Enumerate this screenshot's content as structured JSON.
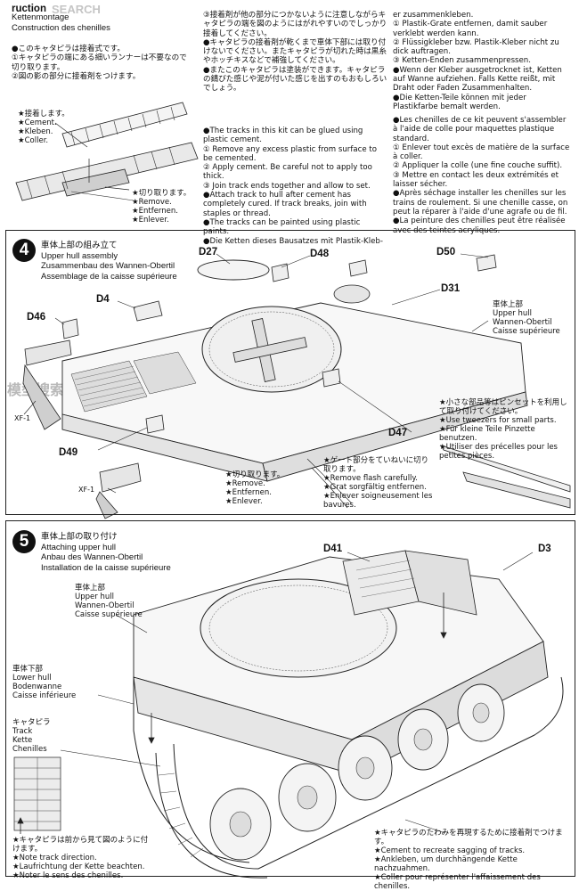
{
  "watermark": {
    "text": "SEARCH",
    "logo": "模型搜索"
  },
  "top": {
    "left_title": "Kettenmontage\nConstruction des chenilles",
    "left_title_fragment": "ruction",
    "left_jp": "●このキャタピラは接着式です。\n①キャタピラの端にある細いランナーは不要なので切り取ります。\n②図の影の部分に接着剤をつけます。",
    "left_cement": "★接着します。\n★Cement.\n★Kleben.\n★Coller.",
    "left_remove": "★切り取ります。\n★Remove.\n★Entfernen.\n★Enlever.",
    "mid_jp": "③接着剤が他の部分につかないように注意しながらキャタピラの端を図のようにはがれやすいのでしっかり接着してください。\n●キャタピラの接着剤が乾くまで車体下部には取り付けないでください。またキャタピラが切れた時は黒糸やホッチキスなどで補強してください。\n●またこのキャタピラは塗装ができます。キャタピラの錆びた感じや泥が付いた感じを出すのもおもしろいでしょう。",
    "mid_en": "●The tracks in this kit can be glued using plastic cement.\n① Remove any excess plastic from surface to be cemented.\n② Apply cement. Be careful not to apply too thick.\n③ Join track ends together and allow to set.\n●Attach track to hull after cement has completely cured. If track breaks, join with staples or thread.\n●The tracks can be painted using plastic paints.\n●Die Ketten dieses Bausatzes mit Plastik-Kleb-",
    "right_de": "er zusammenkleben.\n① Plastik-Grate entfernen, damit sauber verklebt werden kann.\n② Flüssigkleber bzw. Plastik-Kleber nicht zu dick auftragen.\n③ Ketten-Enden zusammenpressen.\n●Wenn der Kleber ausgetrocknet ist, Ketten auf Wanne aufziehen. Falls Kette reißt, mit Draht oder Faden Zusammenhalten.\n●Die Ketten-Teile können mit jeder Plastikfarbe bemalt werden.",
    "right_fr": "●Les chenilles de ce kit peuvent s'assembler à l'aide de colle pour maquettes plastique standard.\n① Enlever tout excès de matière de la surface à coller.\n② Appliquer la colle (une fine couche suffit).\n③ Mettre en contact les deux extrémités et laisser sécher.\n●Après séchage installer les chenilles sur les trains de roulement. Si une chenille casse, on peut la réparer à l'aide d'une agrafe ou de fil.\n●La peinture des chenilles peut être réalisée avec des teintes acryliques."
  },
  "step4": {
    "number": "4",
    "title": "車体上部の組み立て\nUpper hull assembly\nZusammenbau des Wannen-Obertil\nAssemblage de la caisse supérieure",
    "parts": {
      "d27": "D27",
      "d48": "D48",
      "d50": "D50",
      "d31": "D31",
      "d4": "D4",
      "d46": "D46",
      "d47": "D47",
      "d49": "D49",
      "xf1a": "XF-1",
      "xf1b": "XF-1"
    },
    "upper_hull": "車体上部\nUpper hull\nWannen-Obertil\nCaisse supérieure",
    "tweezers": "★小さな部品等はピンセットを利用して取り付けてください。\n★Use tweezers for small parts.\n★Für kleine Teile Pinzette benutzen.\n★Utiliser des précelles pour les petites pièces.",
    "remove": "★切り取ります。\n★Remove.\n★Entfernen.\n★Enlever.",
    "flash": "★ゲート部分をていねいに切り取ります。\n★Remove flash carefully.\n★Grat sorgfältig entfernen.\n★Enlever soigneusement les bavures."
  },
  "step5": {
    "number": "5",
    "title": "車体上部の取り付け\nAttaching upper hull\nAnbau des Wannen-Obertil\nInstallation de la caisse supérieure",
    "parts": {
      "d41": "D41",
      "d3": "D3"
    },
    "upper_hull": "車体上部\nUpper hull\nWannen-Obertil\nCaisse supérieure",
    "lower_hull": "車体下部\nLower hull\nBodenwanne\nCaisse inférieure",
    "track": "キャタピラ\nTrack\nKette\nChenilles",
    "direction": "★キャタピラは前から見て図のように付けます。\n★Note track direction.\n★Laufrichtung der Kette beachten.\n★Noter le sens des chenilles.",
    "sag": "★キャタピラのたわみを再現するために接着剤でつけます。\n★Cement to recreate sagging of tracks.\n★Ankleben, um durchhängende Kette nachzuahmen.\n★Coller pour représenter l'affaissement des chenilles."
  }
}
